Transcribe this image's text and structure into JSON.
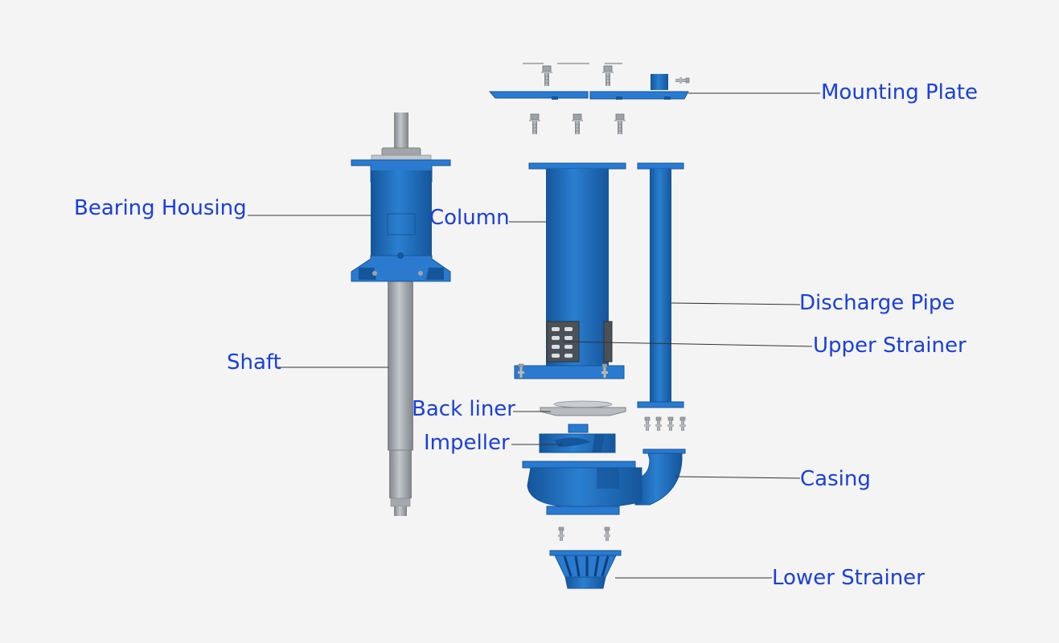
{
  "labels": {
    "mounting_plate": "Mounting Plate",
    "bearing_housing": "Bearing Housing",
    "column": "Column",
    "discharge_pipe": "Discharge Pipe",
    "upper_strainer": "Upper Strainer",
    "shaft": "Shaft",
    "back_liner": "Back liner",
    "impeller": "Impeller",
    "casing": "Casing",
    "lower_strainer": "Lower Strainer"
  },
  "colors": {
    "background": "#f4f4f4",
    "label_text": "#1a3fe0",
    "part_blue": "#1f6fc0",
    "part_blue_dark": "#15559a",
    "part_blue_light": "#3a8ad6",
    "steel": "#9a9fa4",
    "leader_line": "#333333"
  }
}
